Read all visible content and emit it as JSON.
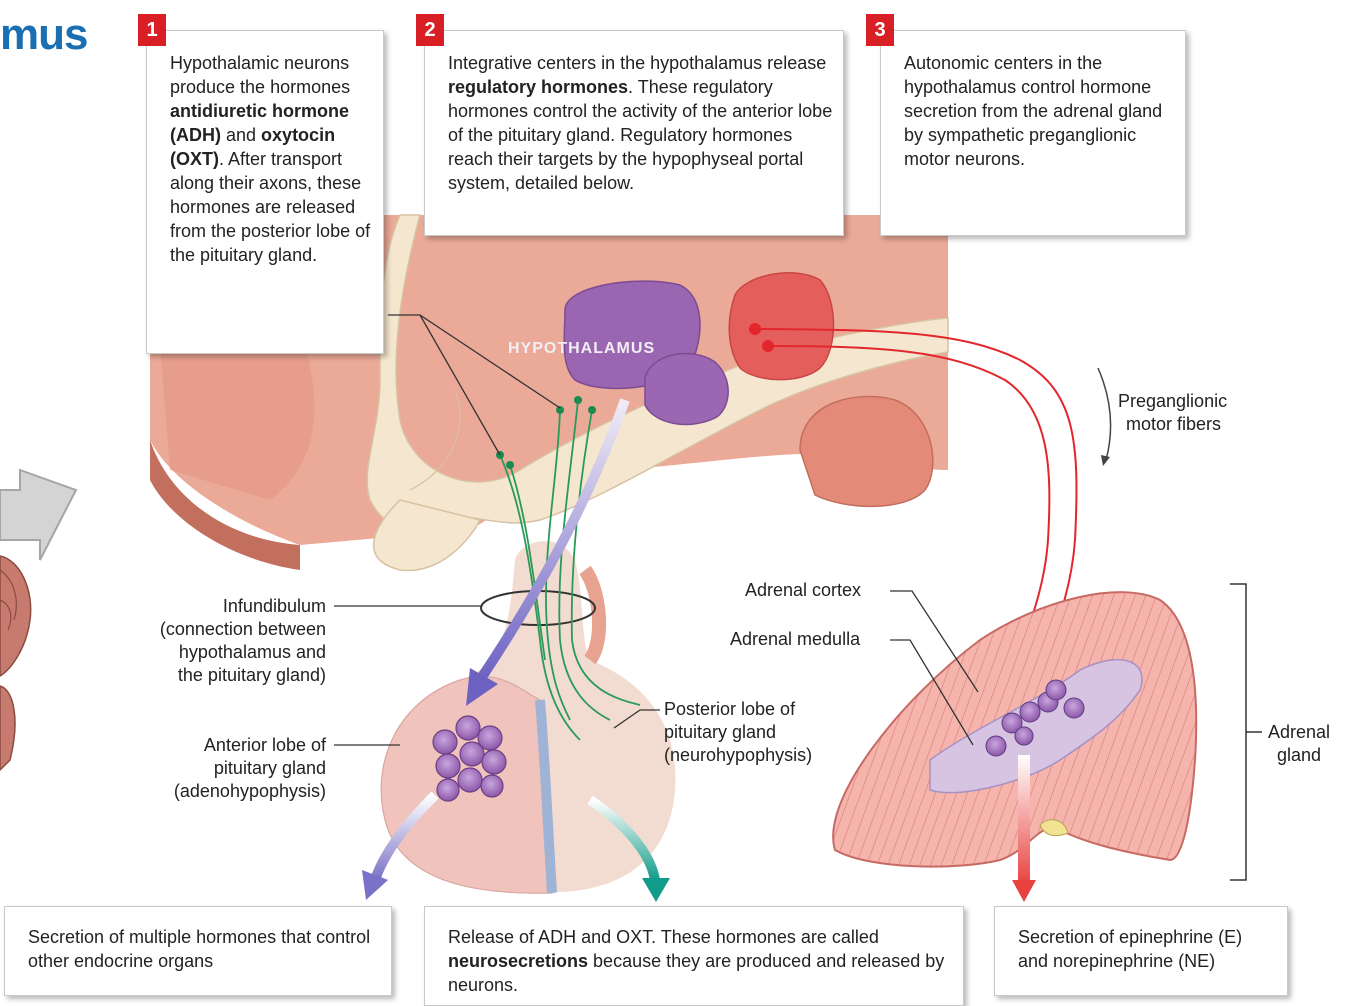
{
  "title": "mus",
  "steps": [
    {
      "number": "1",
      "segments": [
        {
          "t": "Hypothalamic neurons produce the hormones ",
          "b": false
        },
        {
          "t": "antidiuretic hormone (ADH)",
          "b": true
        },
        {
          "t": " and ",
          "b": false
        },
        {
          "t": "oxytocin (OXT)",
          "b": true
        },
        {
          "t": ". After transport along their axons, these hormones are released from the posterior lobe of the pituitary gland.",
          "b": false
        }
      ]
    },
    {
      "number": "2",
      "segments": [
        {
          "t": "Integrative centers in the hypothalamus release ",
          "b": false
        },
        {
          "t": "regulatory hormones",
          "b": true
        },
        {
          "t": ". These regulatory hormones control the activity of the anterior lobe of the pituitary gland. Regulatory hormones reach their targets by the hypophyseal portal system, detailed below.",
          "b": false
        }
      ]
    },
    {
      "number": "3",
      "segments": [
        {
          "t": "Autonomic centers in the hypothalamus control hormone secretion from the adrenal gland by sympathetic preganglionic motor neurons.",
          "b": false
        }
      ]
    }
  ],
  "labels": {
    "hypothalamus": "HYPOTHALAMUS",
    "preganglionic": [
      "Preganglionic",
      "motor fibers"
    ],
    "infundibulum": [
      "Infundibulum",
      "(connection between",
      "hypothalamus and",
      "the pituitary gland)"
    ],
    "anterior_lobe": [
      "Anterior lobe of",
      "pituitary gland",
      "(adenohypophysis)"
    ],
    "posterior_lobe": [
      "Posterior lobe of",
      "pituitary gland",
      "(neurohypophysis)"
    ],
    "adrenal_cortex": "Adrenal cortex",
    "adrenal_medulla": "Adrenal medulla",
    "adrenal_gland": [
      "Adrenal",
      "gland"
    ]
  },
  "outcomes": [
    {
      "segments": [
        {
          "t": "Secretion of multiple hormones that control other endocrine organs",
          "b": false
        }
      ]
    },
    {
      "segments": [
        {
          "t": "Release of ADH and OXT. These hormones are called ",
          "b": false
        },
        {
          "t": "neurosecretions",
          "b": true
        },
        {
          "t": " because they are produced and released by neurons.",
          "b": false
        }
      ]
    },
    {
      "segments": [
        {
          "t": "Secretion of epinephrine (E) and norepinephrine (NE)",
          "b": false
        }
      ]
    }
  ],
  "colors": {
    "title": "#1a6fb3",
    "badge": "#d81f26",
    "hypothalamus_tissue": "#ecaf9e",
    "nucleus_purple": "#9966b0",
    "autonomic_center": "#e6605e",
    "nerve_fiber": "#e3262c",
    "neuron_green": "#2a9a5a",
    "portal_arrow": "#7d74c8",
    "neuro_arrow": "#17a592",
    "adrenal_arrow": "#e9504d"
  }
}
